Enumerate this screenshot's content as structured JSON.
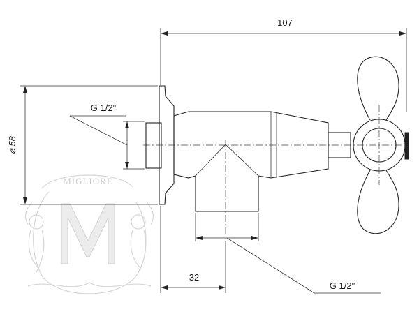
{
  "dimensions": {
    "overall_length": "107",
    "flange_diameter": "⌀ 58",
    "outlet_offset": "32"
  },
  "thread_labels": {
    "inlet": "G 1/2\"",
    "outlet": "G 1/2\""
  },
  "watermark": {
    "brand": "MIGLIORE"
  }
}
